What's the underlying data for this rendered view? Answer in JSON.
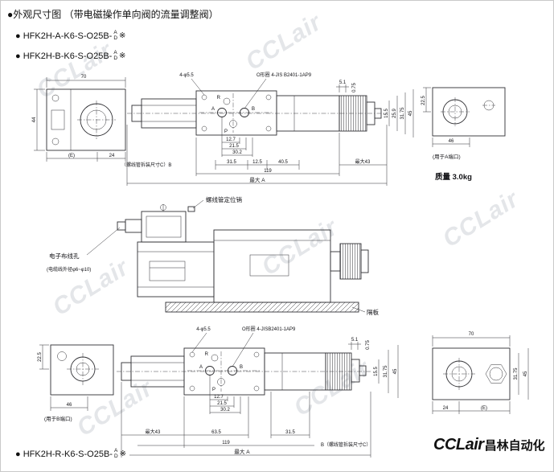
{
  "page": {
    "title": "●外观尺寸图 （带电磁操作单向阀的流量调整阀）",
    "watermark": "CCLair",
    "brand_latin": "CCLair",
    "brand_cjk": "昌林自动化"
  },
  "models": {
    "a": {
      "prefix": "● HFK2H-A-K6-S-O25B-",
      "top": "A",
      "bot": "D",
      "note": "※"
    },
    "b": {
      "prefix": "● HFK2H-B-K6-S-O25B-",
      "top": "A",
      "bot": "D",
      "note": "※"
    },
    "r": {
      "prefix": "● HFK2H-R-K6-S-O25B-",
      "top": "A",
      "bot": "D",
      "note": "※"
    }
  },
  "top": {
    "left_view": {
      "w": "70",
      "h": "44",
      "e": "(E)",
      "d24": "24"
    },
    "callout_holes": "4-φ5.5",
    "callout_oring": "O形圈 4-JIS B2401-1AP9",
    "ports": {
      "r": "R",
      "a": "A",
      "b": "B",
      "p": "P"
    },
    "right_dims": {
      "d51": "5.1",
      "d075": "0.75",
      "d155": "15.5",
      "d259": "25.9",
      "d3175": "31.75",
      "d45": "45"
    },
    "bottom_dims": {
      "d127": "12.7",
      "d215": "21.5",
      "d302": "30.2",
      "coil_note": "（螺线管拆装尺寸C）B",
      "d315": "31.5",
      "d125": "12.5",
      "d405": "40.5",
      "max43": "最大43",
      "d119": "119",
      "maxa": "最大 A"
    },
    "end_view": {
      "d225": "22.5",
      "d46": "46",
      "port_note": "(用于A端口)"
    },
    "weight": "质量 3.0kg"
  },
  "middle": {
    "pin_label": "螺线管定位销",
    "wiring_label": "电子布线孔",
    "cable_note": "(电缆线外径φ6~φ10)",
    "plate_label": "隔板"
  },
  "bottom": {
    "end_view": {
      "d225": "22.5",
      "d46": "46",
      "port_note": "(用于B端口)"
    },
    "callout_holes": "4-φ5.5",
    "callout_oring": "O形圈 4-JISB2401-1AP9",
    "ports": {
      "r": "R",
      "a": "A",
      "b": "B",
      "p": "P"
    },
    "right_dims": {
      "d51": "5.1",
      "d075": "0.75",
      "d155": "15.5",
      "d3175": "31.75",
      "d45": "45"
    },
    "bottom_dims": {
      "d127": "12.7",
      "d215": "21.5",
      "d302": "30.2",
      "max43": "最大43",
      "d635": "63.5",
      "d315": "31.5",
      "d119": "119",
      "coil_note": "B（螺线管拆装尺寸C）",
      "maxa": "最大 A"
    },
    "right_view": {
      "w": "70",
      "d24": "24",
      "e": "(E)",
      "d3175": "31.75",
      "d45": "45"
    }
  }
}
